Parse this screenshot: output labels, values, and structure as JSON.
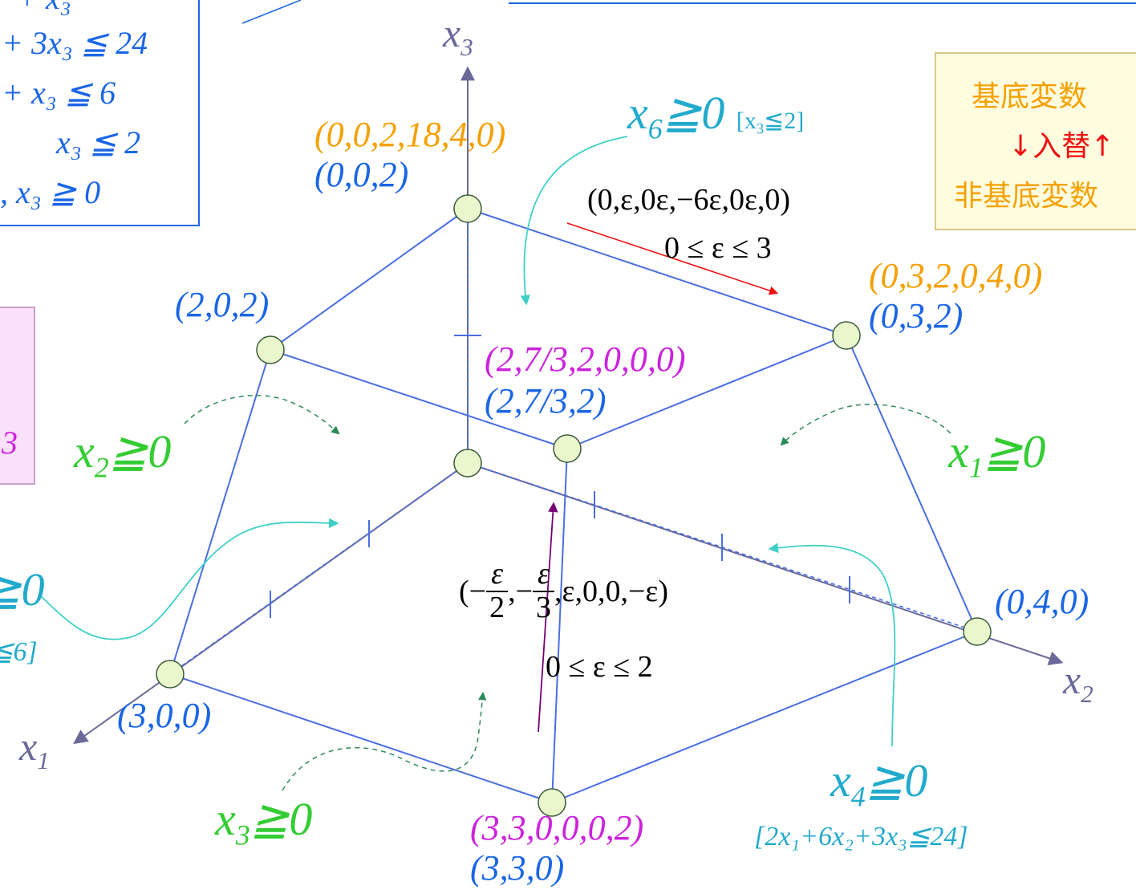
{
  "constraints": {
    "rows": [
      "+ x₃",
      "+ 3x₃ ≦ 24",
      "+  x₃ ≦ 6",
      "x₃ ≦ 2",
      ",   x₃ ≧  0"
    ]
  },
  "axes": {
    "x1": {
      "name": "x",
      "sub": "1"
    },
    "x2": {
      "name": "x",
      "sub": "2"
    },
    "x3": {
      "name": "x",
      "sub": "3"
    }
  },
  "vertices": {
    "top": {
      "full": "(0,0,2,18,4,0)",
      "short": "(0,0,2)"
    },
    "v202": {
      "short": "(2,0,2)"
    },
    "v032": {
      "full": "(0,3,2,0,4,0)",
      "short": "(0,3,2)"
    },
    "v2732": {
      "full": "(2,7/3,2,0,0,0)",
      "short": "(2,7/3,2)"
    },
    "v040": {
      "short": "(0,4,0)"
    },
    "v300": {
      "short": "(3,0,0)"
    },
    "v330": {
      "full": "(3,3,0,0,0,2)",
      "short": "(3,3,0)"
    }
  },
  "faces": {
    "x6": {
      "var": "x",
      "sub": "6",
      "rel": "≧0",
      "note_open": "[x",
      "note_sub": "3",
      "note_close": "≦2]"
    },
    "x2": {
      "var": "x",
      "sub": "2",
      "rel": "≧0"
    },
    "x1": {
      "var": "x",
      "sub": "1",
      "rel": "≧0"
    },
    "x3": {
      "var": "x",
      "sub": "3",
      "rel": "≧0"
    },
    "x4": {
      "var": "x",
      "sub": "4",
      "rel": "≧0",
      "note": "[2x₁+6x₂+3x₃≦24]"
    },
    "x5": {
      "rel": "≧0",
      "note": "≦6]"
    }
  },
  "moves": {
    "red": {
      "vector": "(0,ε,0ε,−6ε,0ε,0)",
      "range": "0 ≤ ε ≤ 3"
    },
    "purple": {
      "lead": "(−",
      "frac1_num": "ε",
      "frac1_den": "2",
      "mid": ",−",
      "frac2_num": "ε",
      "frac2_den": "3",
      "tail": ",ε,0,0,−ε)",
      "range": "0 ≤ ε ≤ 2"
    }
  },
  "legend": {
    "line1": "基底変数",
    "line2": "↓入替↑",
    "line3": "非基底変数"
  },
  "left_box": {
    "fragment": "3"
  },
  "colors": {
    "blue": "#1a66e6",
    "orange": "#f5a000",
    "magenta": "#cc22dd",
    "green": "#33cc33",
    "cyan": "#22aacc",
    "red": "#ee1111",
    "purple": "#770077",
    "axis": "#6a6a9a",
    "edge": "#4a6ee0",
    "node_fill": "#eaf6cc"
  }
}
